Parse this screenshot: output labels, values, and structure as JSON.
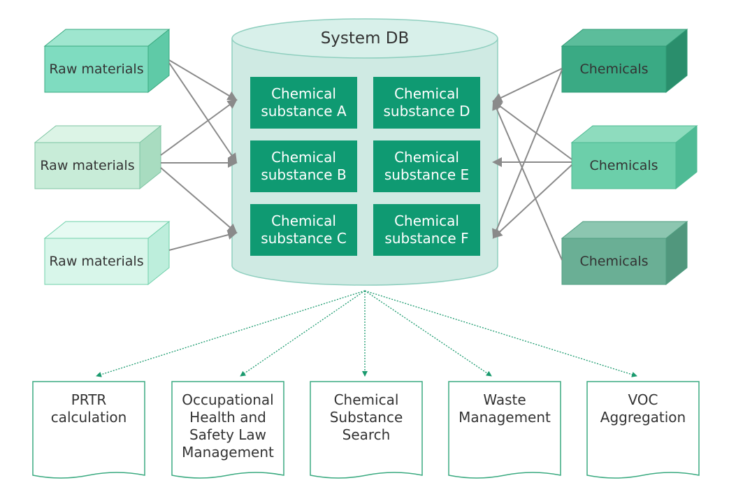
{
  "db": {
    "title": "System DB"
  },
  "raw_materials": [
    {
      "label": "Raw materials",
      "color": "#7fdcc0"
    },
    {
      "label": "Raw materials",
      "color": "#c8ecd8"
    },
    {
      "label": "Raw materials",
      "color": "#d8f6ea"
    }
  ],
  "chemicals": [
    {
      "label": "Chemicals",
      "color": "#3aaa84"
    },
    {
      "label": "Chemicals",
      "color": "#6ccfaa"
    },
    {
      "label": "Chemicals",
      "color": "#6aaf95"
    }
  ],
  "substances": [
    {
      "line1": "Chemical",
      "line2": "substance A"
    },
    {
      "line1": "Chemical",
      "line2": "substance D"
    },
    {
      "line1": "Chemical",
      "line2": "substance B"
    },
    {
      "line1": "Chemical",
      "line2": "substance E"
    },
    {
      "line1": "Chemical",
      "line2": "substance C"
    },
    {
      "line1": "Chemical",
      "line2": "substance F"
    }
  ],
  "outputs": [
    {
      "lines": [
        "PRTR",
        "calculation"
      ]
    },
    {
      "lines": [
        "Occupational",
        "Health and",
        "Safety Law",
        "Management"
      ]
    },
    {
      "lines": [
        "Chemical",
        "Substance",
        "Search"
      ]
    },
    {
      "lines": [
        "Waste",
        "Management"
      ]
    },
    {
      "lines": [
        "VOC",
        "Aggregation"
      ]
    }
  ],
  "colors": {
    "db_fill": "#cfeae3",
    "db_stroke": "#8fcfbf",
    "substance_fill": "#0f9a72",
    "arrow": "#8a8a8a",
    "dotted": "#1a9a6e",
    "doc_stroke": "#3aaa80"
  }
}
